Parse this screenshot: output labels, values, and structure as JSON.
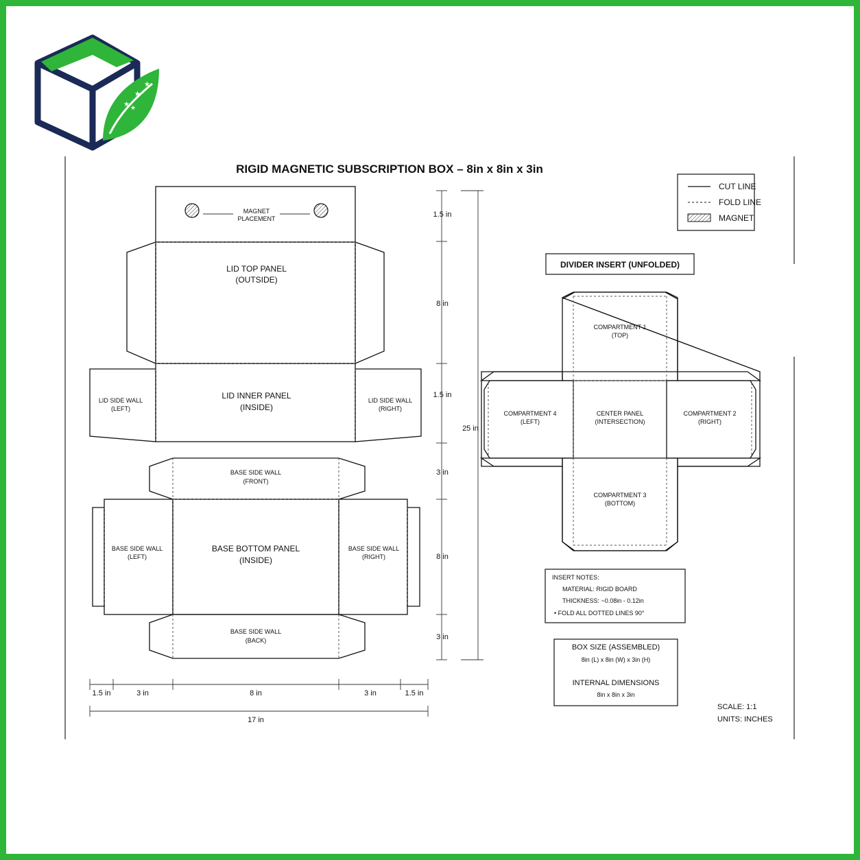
{
  "title": "RIGID MAGNETIC SUBSCRIPTION BOX – 8in x 8in x 3in",
  "legend": {
    "cut": "CUT LINE",
    "fold": "FOLD LINE",
    "magnet": "MAGNET"
  },
  "lid": {
    "magnet_1": "MAGNET",
    "magnet_2": "PLACEMENT",
    "top_1": "LID TOP PANEL",
    "top_2": "(OUTSIDE)",
    "inner_1": "LID INNER PANEL",
    "inner_2": "(INSIDE)",
    "left_1": "LID SIDE WALL",
    "left_2": "(LEFT)",
    "right_1": "LID SIDE WALL",
    "right_2": "(RIGHT)"
  },
  "base": {
    "front_1": "BASE SIDE WALL",
    "front_2": "(FRONT)",
    "bottom_1": "BASE BOTTOM PANEL",
    "bottom_2": "(INSIDE)",
    "left_1": "BASE SIDE WALL",
    "left_2": "(LEFT)",
    "right_1": "BASE SIDE WALL",
    "right_2": "(RIGHT)",
    "back_1": "BASE SIDE WALL",
    "back_2": "(BACK)"
  },
  "vdims": {
    "d1": "1.5 in",
    "d2": "8 in",
    "d3": "1.5 in",
    "d4": "3 in",
    "d5": "8 in",
    "d6": "3 in",
    "total": "25 in"
  },
  "hdims": {
    "d1": "1.5 in",
    "d2": "3 in",
    "d3": "8 in",
    "d4": "3 in",
    "d5": "1.5 in",
    "total": "17 in"
  },
  "insert": {
    "title": "DIVIDER INSERT (UNFOLDED)",
    "c1_1": "COMPARTMENT 1",
    "c1_2": "(TOP)",
    "c2_1": "COMPARTMENT 2",
    "c2_2": "(RIGHT)",
    "c3_1": "COMPARTMENT 3",
    "c3_2": "(BOTTOM)",
    "c4_1": "COMPARTMENT 4",
    "c4_2": "(LEFT)",
    "center_1": "CENTER PANEL",
    "center_2": "(INTERSECTION)"
  },
  "notes": {
    "heading": "INSERT NOTES:",
    "n1": "MATERIAL: RIGID BOARD",
    "n2": "THICKNESS: ~0.08in - 0.12in",
    "n3": "•  FOLD ALL DOTTED LINES 90°"
  },
  "sizes": {
    "assembled": "BOX SIZE (ASSEMBLED)",
    "assembled_val": "8in (L) x 8in (W) x 3in (H)",
    "internal": "INTERNAL DIMENSIONS",
    "internal_val": "8in x 8in x 3in"
  },
  "scale": "SCALE: 1:1",
  "units": "UNITS: INCHES",
  "colors": {
    "brand_green": "#2fb53a",
    "brand_navy": "#1b2a56"
  }
}
